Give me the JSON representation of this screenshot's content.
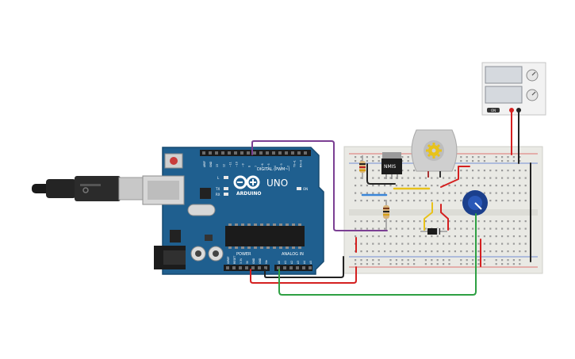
{
  "arduino": {
    "logo_text": "ARDUINO",
    "model": "UNO",
    "digital_label": "DIGITAL (PWM~)",
    "power_label": "POWER",
    "analog_label": "ANALOG IN",
    "led_on_label": "ON",
    "led_l_label": "L",
    "led_tx_label": "TX",
    "led_rx_label": "RX",
    "digital_pins": [
      "AREF",
      "GND",
      "13",
      "12",
      "~11",
      "~10",
      "~9",
      "8",
      "7",
      "~6",
      "~5",
      "4",
      "~3",
      "2",
      "TX→1",
      "RX←0"
    ],
    "power_pins": [
      "IOREF",
      "RESET",
      "3.3V",
      "5V",
      "GND",
      "GND",
      "Vin"
    ],
    "analog_pins": [
      "A0",
      "A1",
      "A2",
      "A3",
      "A4",
      "A5"
    ]
  },
  "transistor": {
    "label": "NMIS"
  },
  "power_supply": {
    "reading_top": "",
    "reading_bottom": "",
    "power_label": "ON"
  },
  "colors": {
    "board_blue": "#1f5f8f",
    "wire_purple": "#7b3f93",
    "wire_red": "#d42020",
    "wire_black": "#222222",
    "wire_green": "#2ea043",
    "wire_yellow": "#e8c21a",
    "wire_blue": "#3a86d8",
    "breadboard": "#e9e9e4",
    "potentiometer": "#1b3f8c",
    "motor": "#cfcfcf"
  },
  "icons": {
    "usb": "usb-cable-icon",
    "arduino_logo": "arduino-infinity-logo-icon",
    "motor_gear": "gear-icon"
  }
}
